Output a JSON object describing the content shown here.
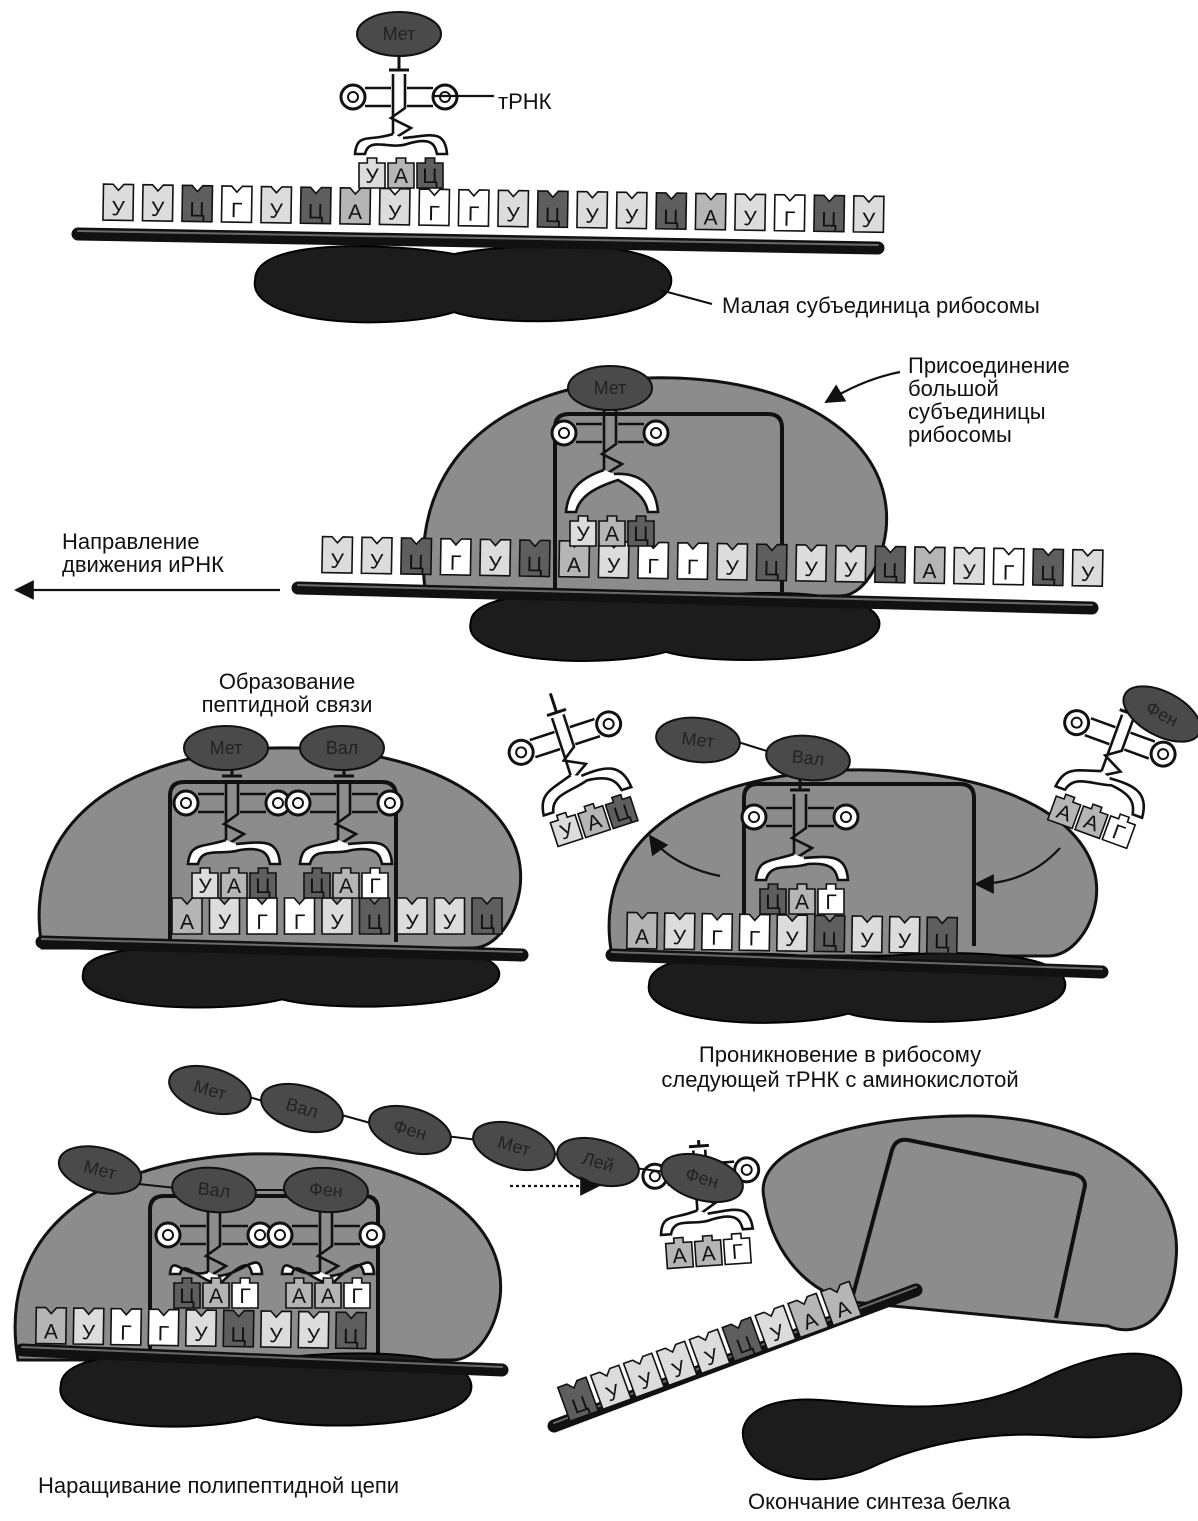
{
  "labels": {
    "trna": "тРНК",
    "small_subunit": "Малая субъединица рибосомы",
    "large_subunit": "Присоединение\nбольшой\nсубъединицы\nрибосомы",
    "direction": "Направление\nдвижения иРНК",
    "peptide_bond": "Образование\nпептидной связи",
    "next_trna": "Проникновение в рибосому\nследующей тРНК с аминокислотой",
    "elongation": "Наращивание полипептидной цепи",
    "termination": "Окончание синтеза белка"
  },
  "amino_acids": {
    "met": "Мет",
    "val": "Вал",
    "phe": "Фен",
    "leu": "Лей"
  },
  "panels": {
    "p1_mrna": [
      "У",
      "У",
      "Ц",
      "Г",
      "У",
      "Ц",
      "А",
      "У",
      "Г",
      "Г",
      "У",
      "Ц",
      "У",
      "У",
      "Ц",
      "А",
      "У",
      "Г",
      "Ц",
      "У"
    ],
    "p1_anticodon": [
      "У",
      "А",
      "Ц"
    ],
    "p2_mrna": [
      "У",
      "У",
      "Ц",
      "Г",
      "У",
      "Ц",
      "А",
      "У",
      "Г",
      "Г",
      "У",
      "Ц",
      "У",
      "У",
      "Ц",
      "А",
      "У",
      "Г",
      "Ц",
      "У"
    ],
    "p2_anticodon": [
      "У",
      "А",
      "Ц"
    ],
    "p3_mrna": [
      "А",
      "У",
      "Г",
      "Г",
      "У",
      "Ц",
      "У",
      "У",
      "Ц"
    ],
    "p3_anticodon_1": [
      "У",
      "А",
      "Ц"
    ],
    "p3_anticodon_2": [
      "Ц",
      "А",
      "Г"
    ],
    "p4_mrna": [
      "А",
      "У",
      "Г",
      "Г",
      "У",
      "Ц",
      "У",
      "У",
      "Ц"
    ],
    "p4_anticodon_in": [
      "Ц",
      "А",
      "Г"
    ],
    "p4_anticodon_out": [
      "У",
      "А",
      "Ц"
    ],
    "p4_anticodon_enter": [
      "А",
      "А",
      "Г"
    ],
    "p5_mrna": [
      "А",
      "У",
      "Г",
      "Г",
      "У",
      "Ц",
      "У",
      "У",
      "Ц"
    ],
    "p5_anticodon_1": [
      "Ц",
      "А",
      "Г"
    ],
    "p5_anticodon_2": [
      "А",
      "А",
      "Г"
    ],
    "p5_chain": [
      "Мет",
      "Вал",
      "Фен",
      "Мет",
      "Лей",
      "Фен"
    ],
    "p6_mrna": [
      "Ц",
      "У",
      "У",
      "У",
      "У",
      "Ц",
      "У",
      "А",
      "А"
    ],
    "p6_anticodon": [
      "А",
      "А",
      "Г"
    ]
  },
  "colors": {
    "ribosome_large": "#8c8c8c",
    "ribosome_small": "#1c1c1c",
    "amino_acid": "#4a4a4a",
    "base_A": "#b5b5b5",
    "base_U": "#dcdcdc",
    "base_G": "#ffffff",
    "base_C": "#5e5e5e"
  }
}
